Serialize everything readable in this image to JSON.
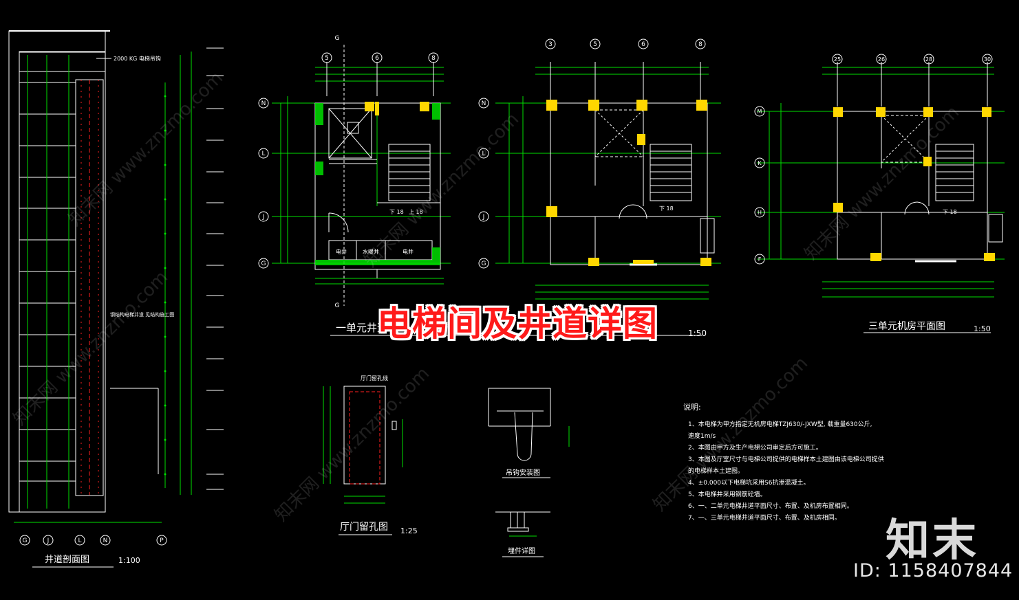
{
  "overlay": {
    "main_title": "电梯间及井道详图",
    "brand": "知末",
    "image_id": "ID: 1158407844",
    "watermark": "知末网 www.znzmo.com"
  },
  "drawings": {
    "section": {
      "title": "井道剖面图",
      "scale": "1:100",
      "axes": [
        "G",
        "J",
        "L",
        "N",
        "P"
      ],
      "note_top": "2000 KG 电梯吊钩",
      "note_mid": "钢结构电梯井道 见结构施工图"
    },
    "unit1_plan": {
      "title": "一单元井道",
      "scale": "1:50",
      "axes_top": [
        "5",
        "6",
        "8"
      ],
      "axes_side": [
        "N",
        "L",
        "J",
        "G"
      ],
      "cut_mark": "G",
      "label_up": "上 18",
      "label_down": "下 18",
      "rooms": [
        "电井",
        "水暖井",
        "电井"
      ]
    },
    "unit2_plan": {
      "axes_top": [
        "3",
        "5",
        "6",
        "8"
      ],
      "axes_side": [
        "N",
        "L",
        "J",
        "G"
      ],
      "label_down": "下 18"
    },
    "unit3_plan": {
      "title": "三单元机房平面图",
      "scale": "1:50",
      "axes_top": [
        "25",
        "26",
        "28",
        "30"
      ],
      "axes_side": [
        "M",
        "K",
        "H",
        "F"
      ],
      "label_down": "下 18"
    },
    "door_opening": {
      "title": "厅门留孔图",
      "scale": "1:25",
      "label": "厅门留孔线"
    },
    "hook_detail": {
      "title": "吊钩安装图"
    },
    "embed_detail": {
      "title": "埋件详图"
    }
  },
  "notes": {
    "heading": "说明:",
    "items": [
      "1、本电梯为甲方指定无机房电梯TZJ630/-JXW型,  载重量630公斤,",
      "   速度1m/s",
      "2、本图由甲方及生产电梯公司审定后方可施工。",
      "3、本图及厅室尺寸与电梯公司提供的电梯样本土建图由该电梯公司提供",
      "   的电梯样本土建图。",
      "4、±0.000以下电梯坑采用S6抗渗混凝土。",
      "5、本电梯井采用钢筋砼墙。",
      "6、一、二单元电梯井道平面尺寸、布置、及机房布置相同。",
      "7、一、三单元电梯井道平面尺寸、布置、及机房相同。"
    ]
  },
  "colors": {
    "background": "#000000",
    "line_white": "#ffffff",
    "line_green": "#00e000",
    "wall_yellow": "#ffd700",
    "axis_red": "#ff2020",
    "title_red": "#ff1a1a"
  }
}
